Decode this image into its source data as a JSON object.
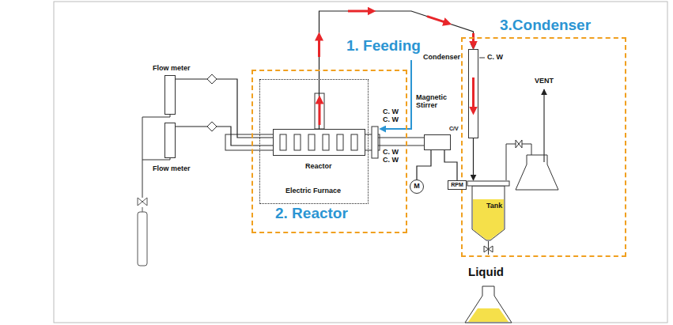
{
  "diagram": {
    "nodes": [
      {
        "text": [
          "2. Reactor"
        ]
      },
      {
        "text": [
          "Electric Furnace"
        ],
        "in": 0
      },
      {
        "text": [
          "Reactor"
        ],
        "in": 1
      },
      {
        "text": [
          "3.Condenser"
        ]
      },
      {
        "text": [
          "Condenser"
        ],
        "in": 3
      },
      {
        "text": [
          "Tank"
        ],
        "in": 3
      },
      {
        "text": [
          "Flow meter"
        ]
      },
      {
        "text": [
          "Flow meter"
        ]
      },
      {
        "text": [
          "M"
        ]
      },
      {
        "text": [
          "RPM"
        ]
      },
      {
        "text": [
          "Magnetic Stirrer"
        ]
      }
    ],
    "edges": [
      {
        "from": 2,
        "to": 4,
        "arrow": "to"
      },
      {
        "from": 4,
        "to": 5,
        "arrow": "to"
      },
      {
        "from": 6,
        "to": 2,
        "arrow": "none"
      },
      {
        "from": 7,
        "to": 2,
        "arrow": "none"
      },
      {
        "from": 8,
        "to": 10,
        "arrow": "none"
      },
      {
        "from": 9,
        "to": 10,
        "arrow": "none"
      }
    ],
    "labels": [
      "1. Feeding",
      "C. W",
      "C. W",
      "C. W",
      "C. W",
      "C. W",
      "C/V",
      "VENT",
      "Liquid"
    ]
  }
}
